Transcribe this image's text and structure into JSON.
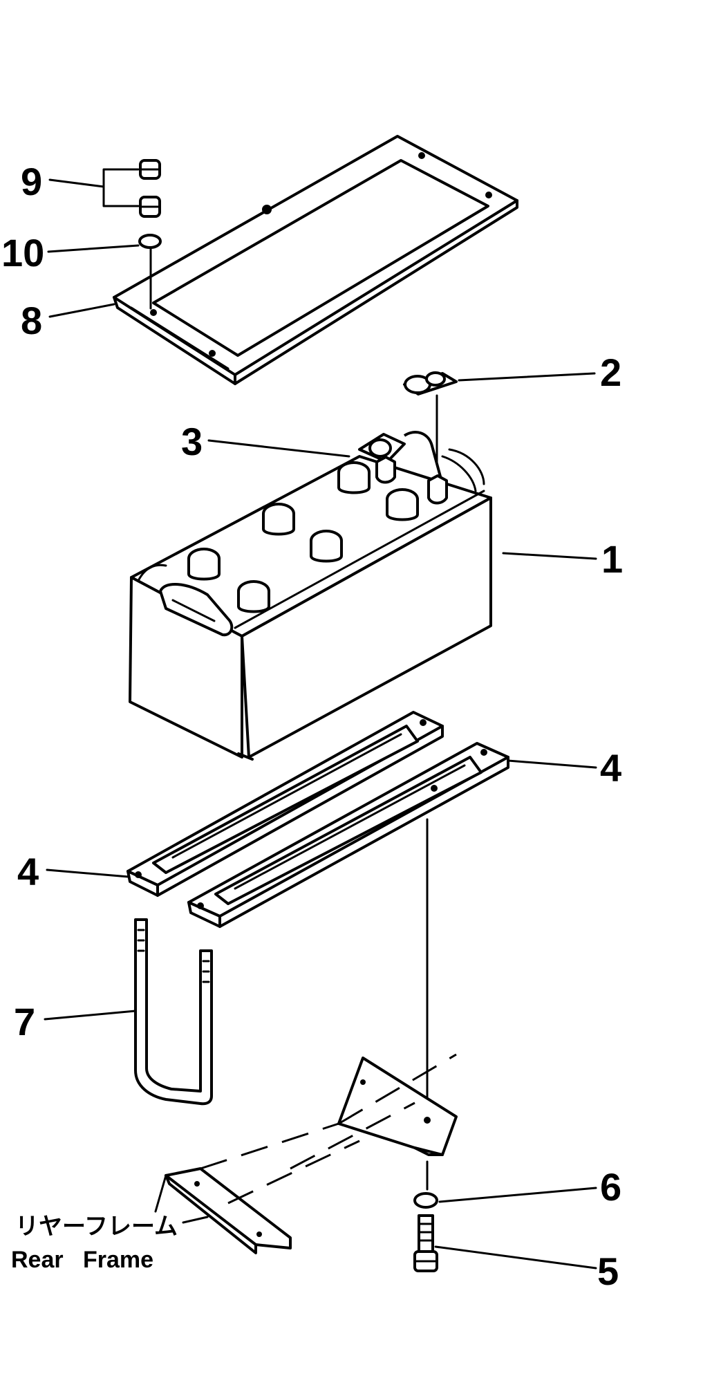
{
  "diagram": {
    "callouts": {
      "c1": "1",
      "c2": "2",
      "c3": "3",
      "c4a": "4",
      "c4b": "4",
      "c5": "5",
      "c6": "6",
      "c7": "7",
      "c8": "8",
      "c9": "9",
      "c10": "10"
    },
    "frame_label_jp": "リヤーフレーム",
    "frame_label_en": "Rear   Frame"
  }
}
